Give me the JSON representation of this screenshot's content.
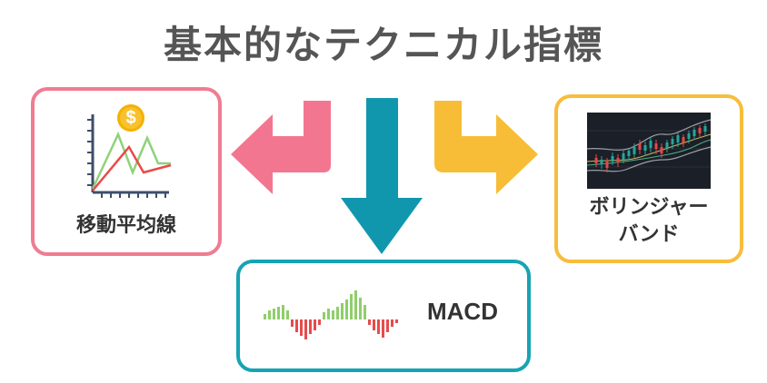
{
  "title": "基本的なテクニカル指標",
  "cards": {
    "moving_average": {
      "label": "移動平均線",
      "coin_symbol": "$"
    },
    "bollinger": {
      "label_line1": "ボリンジャー",
      "label_line2": "バンド"
    },
    "macd": {
      "label": "MACD"
    }
  },
  "icons": {
    "left_arrow": "curved-arrow-left-icon",
    "down_arrow": "arrow-down-icon",
    "right_arrow": "curved-arrow-right-icon"
  },
  "colors": {
    "title": "#555555",
    "pink": "#f37690",
    "teal": "#1197ad",
    "yellow": "#f8bd36",
    "bar_green": "#8fce6a",
    "bar_red": "#e54c4c"
  }
}
